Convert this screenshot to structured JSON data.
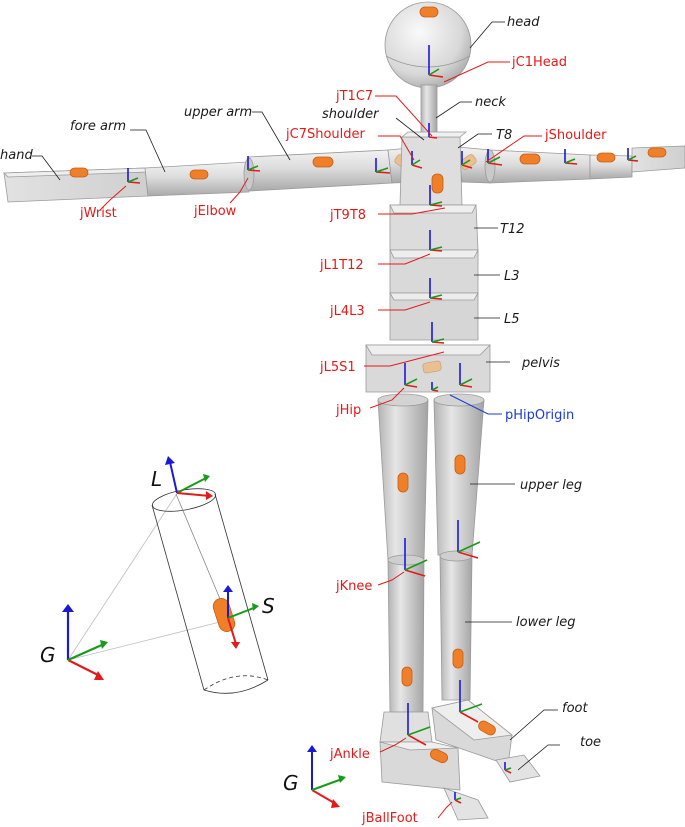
{
  "segment_labels": {
    "head": "head",
    "neck": "neck",
    "shoulder": "shoulder",
    "t8": "T8",
    "t12": "T12",
    "l3": "L3",
    "l5": "L5",
    "pelvis": "pelvis",
    "upper_arm": "upper arm",
    "fore_arm": "fore arm",
    "hand": "hand",
    "upper_leg": "upper leg",
    "lower_leg": "lower leg",
    "foot": "foot",
    "toe": "toe"
  },
  "joint_labels": {
    "jc1head": "jC1Head",
    "jt1c7": "jT1C7",
    "jc7shoulder": "jC7Shoulder",
    "jshoulder": "jShoulder",
    "jt9t8": "jT9T8",
    "jl1t12": "jL1T12",
    "jl4l3": "jL4L3",
    "jl5s1": "jL5S1",
    "jhip": "jHip",
    "jwrist": "jWrist",
    "jelbow": "jElbow",
    "jknee": "jKnee",
    "jankle": "jAnkle",
    "jballfoot": "jBallFoot"
  },
  "origin_label": "pHipOrigin",
  "frame_labels": {
    "global_inset": "G",
    "segment": "L",
    "sensor": "S",
    "global_main": "G"
  },
  "colors": {
    "x_axis": "#e41a1a",
    "y_axis": "#1a9a1a",
    "z_axis": "#1a1ad6",
    "sensor": "#f07f2a",
    "joint_label": "#e41a1a",
    "origin_label": "#1a3cd6"
  }
}
